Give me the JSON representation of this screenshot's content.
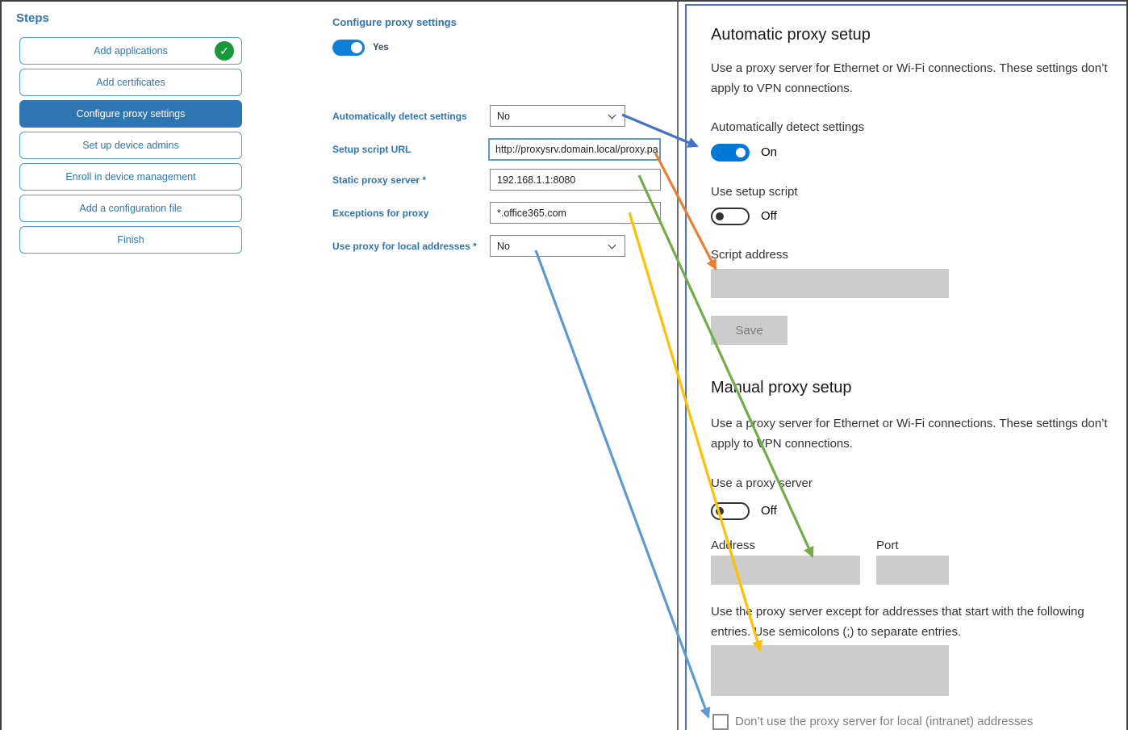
{
  "sidebar": {
    "title": "Steps",
    "items": [
      {
        "label": "Add applications",
        "completed": true
      },
      {
        "label": "Add certificates"
      },
      {
        "label": "Configure proxy settings",
        "selected": true
      },
      {
        "label": "Set up device admins"
      },
      {
        "label": "Enroll in device management"
      },
      {
        "label": "Add a configuration file"
      },
      {
        "label": "Finish"
      }
    ]
  },
  "icons": {
    "check": "✓"
  },
  "form": {
    "title": "Configure proxy settings",
    "toggle": {
      "state": "on",
      "label": "Yes"
    },
    "fields": [
      {
        "label": "Automatically detect settings",
        "type": "select",
        "value": "No"
      },
      {
        "label": "Setup script URL",
        "type": "text",
        "value": "http://proxysrv.domain.local/proxy.pa",
        "focused": true
      },
      {
        "label": "Static proxy server *",
        "type": "text",
        "value": "192.168.1.1:8080"
      },
      {
        "label": "Exceptions for proxy",
        "type": "text",
        "value": "*.office365.com"
      },
      {
        "label": "Use proxy for local addresses *",
        "type": "select",
        "value": "No"
      }
    ]
  },
  "settings_panel": {
    "auto": {
      "heading": "Automatic proxy setup",
      "description": "Use a proxy server for Ethernet or Wi-Fi connections. These settings don’t apply to VPN connections.",
      "detect_label": "Automatically detect settings",
      "detect_state": "On",
      "script_toggle_label": "Use setup script",
      "script_toggle_state": "Off",
      "script_address_label": "Script address",
      "script_address_value": "",
      "save_label": "Save"
    },
    "manual": {
      "heading": "Manual proxy setup",
      "description": "Use a proxy server for Ethernet or Wi-Fi connections. These settings don’t apply to VPN connections.",
      "proxy_toggle_label": "Use a proxy server",
      "proxy_toggle_state": "Off",
      "address_label": "Address",
      "address_value": "",
      "port_label": "Port",
      "port_value": "",
      "exceptions_description": "Use the proxy server except for addresses that start with the following entries. Use semicolons (;) to separate entries.",
      "exceptions_value": "",
      "checkbox_label": "Don’t use the proxy server for local (intranet) addresses",
      "checkbox_checked": false
    }
  },
  "arrows": [
    {
      "name": "automatically-detect-settings",
      "color": "#4472C4"
    },
    {
      "name": "setup-script-url",
      "color": "#ED7D31"
    },
    {
      "name": "static-proxy-server",
      "color": "#70AD47"
    },
    {
      "name": "exceptions-for-proxy",
      "color": "#FFC000"
    },
    {
      "name": "use-proxy-for-local-addresses",
      "color": "#5B9BD5"
    }
  ],
  "colors": {
    "accent_blue": "#2E75B6",
    "panel_border_blue": "#4472C4",
    "toggle_on_blue": "#0078D7",
    "step_check_green": "#17993b",
    "disabled_gray": "#cccccc"
  }
}
